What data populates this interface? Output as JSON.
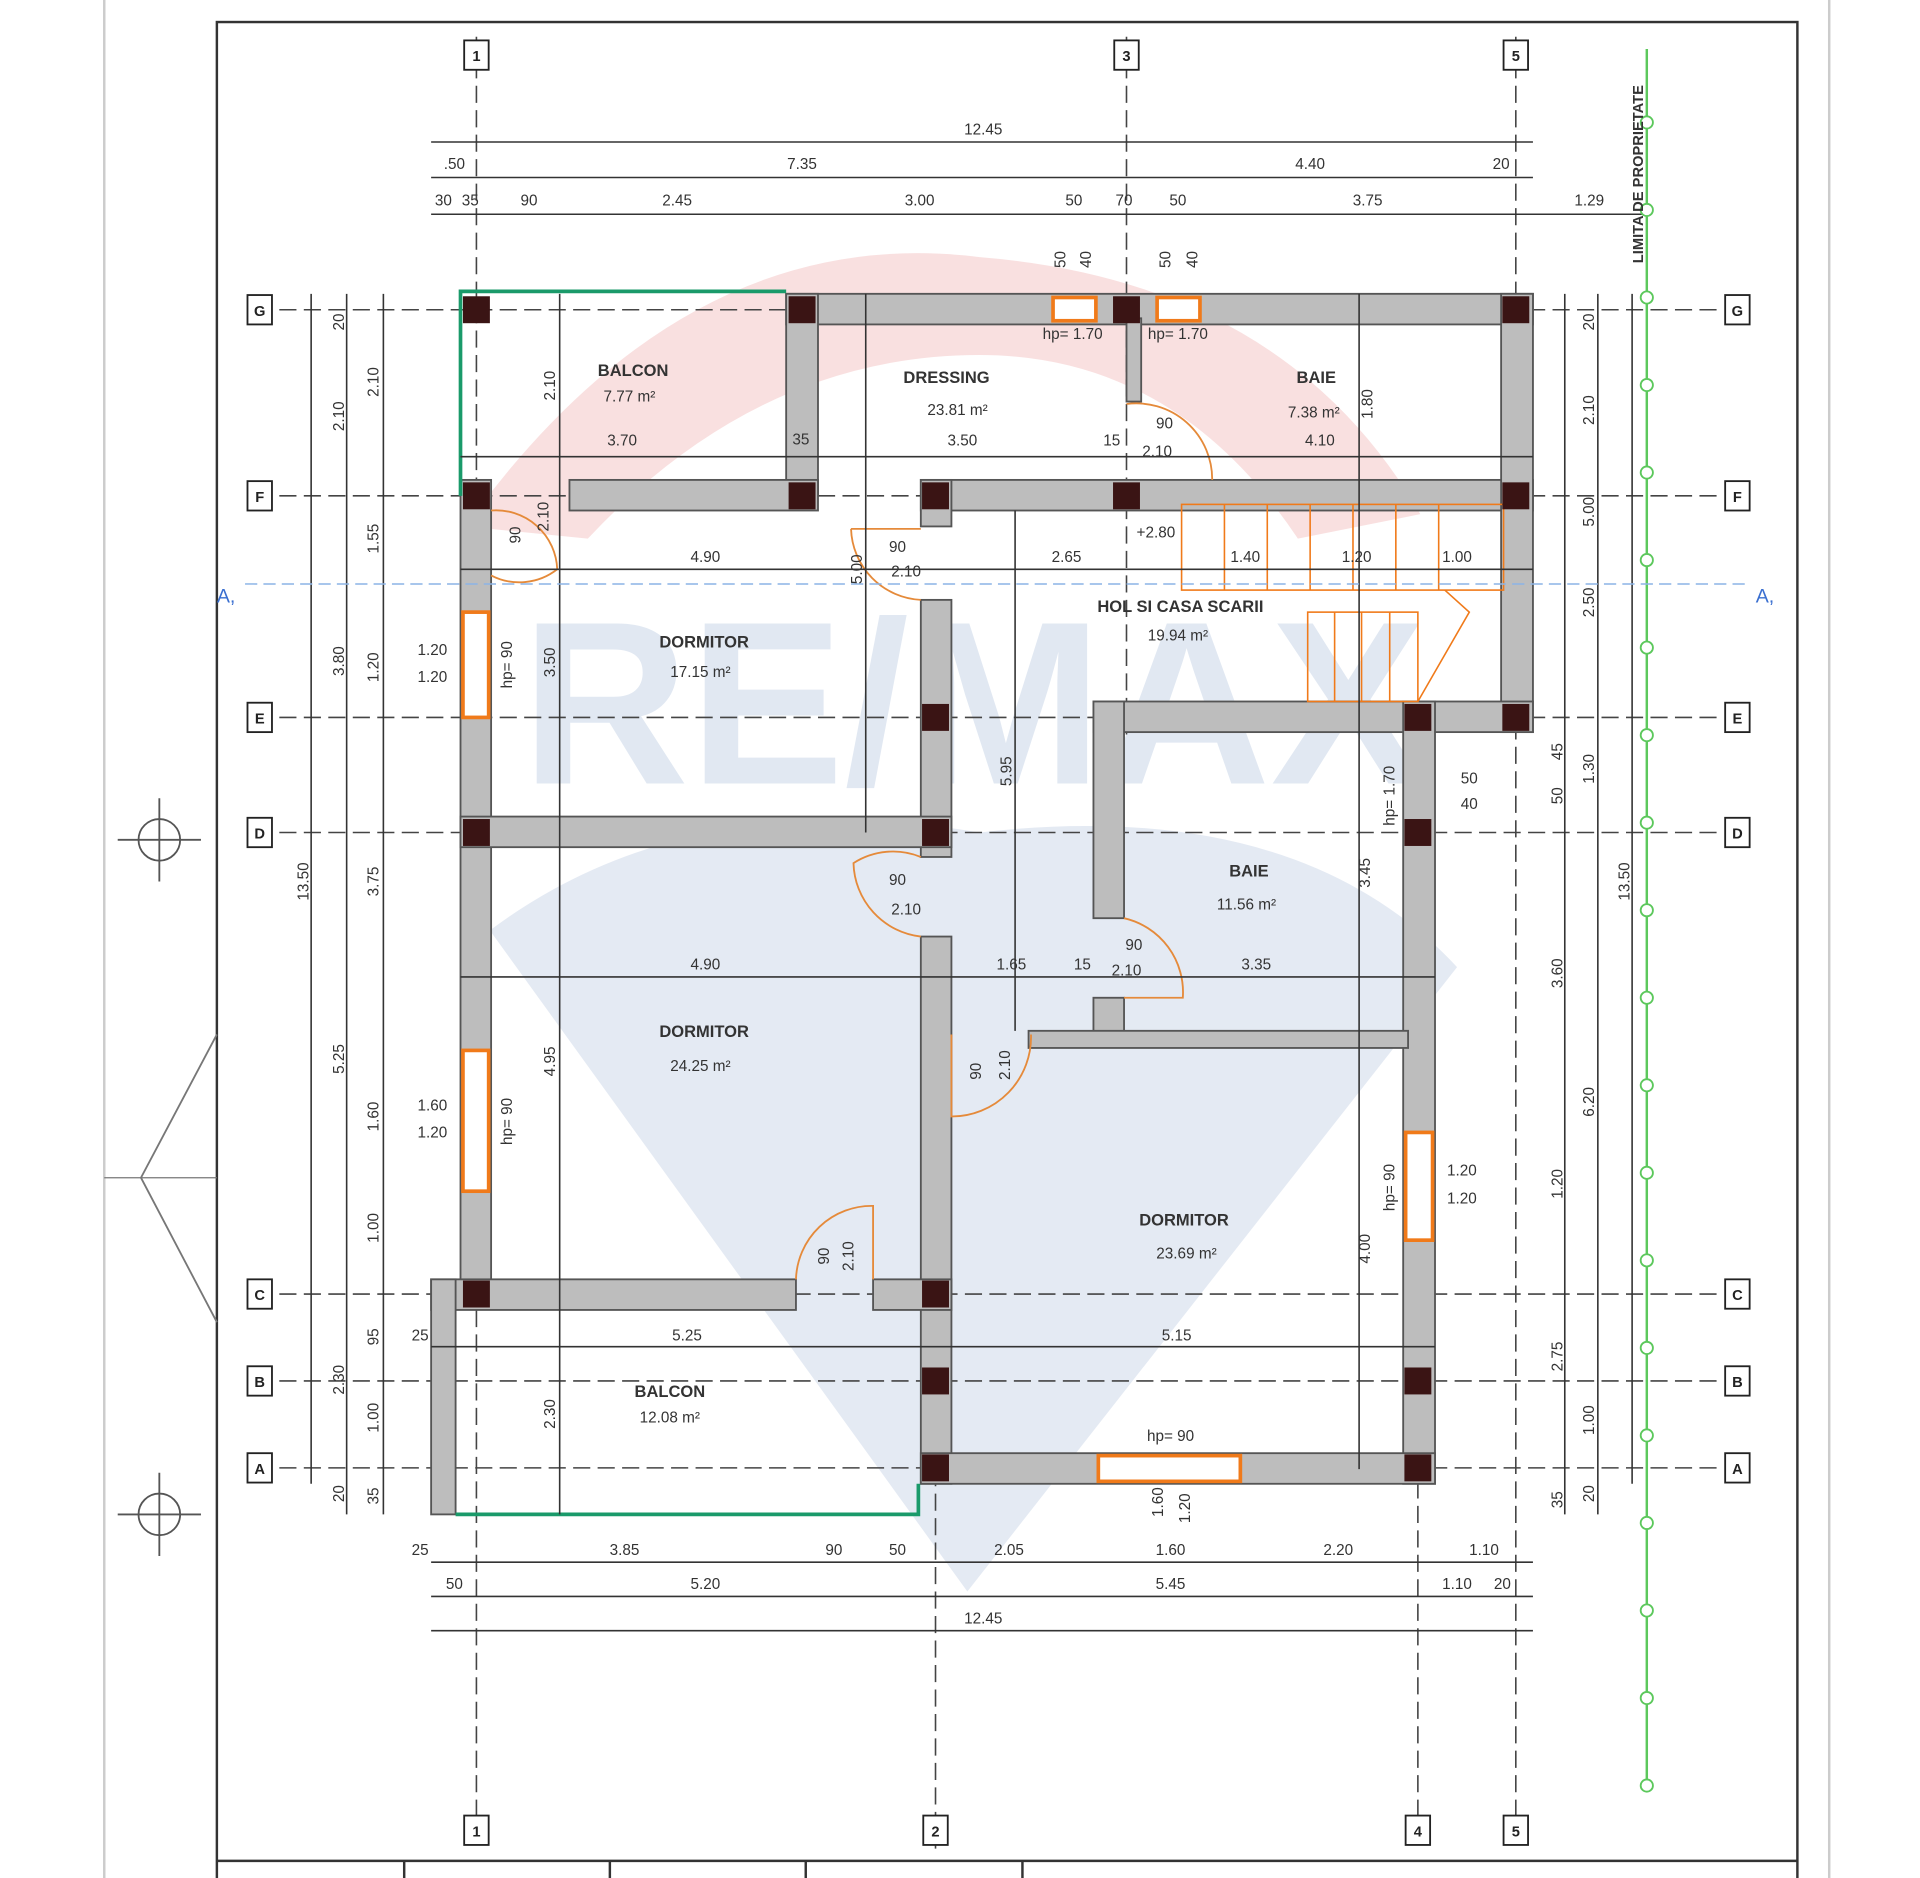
{
  "watermark": "RE/MAX",
  "property_line_label": "LIMITA DE PROPRIETATE",
  "section_marker": "A,",
  "grid": {
    "columns_top": [
      "1",
      "3",
      "5"
    ],
    "columns_bottom": [
      "1",
      "2",
      "4",
      "5"
    ],
    "rows": [
      "G",
      "F",
      "E",
      "D",
      "C",
      "B",
      "A"
    ]
  },
  "rooms": [
    {
      "name": "BALCON",
      "area": "7.77 m²"
    },
    {
      "name": "DRESSING",
      "area": "23.81 m²"
    },
    {
      "name": "BAIE",
      "area": "7.38 m²"
    },
    {
      "name": "HOL SI CASA SCARII",
      "area": "19.94 m²"
    },
    {
      "name": "DORMITOR",
      "area": "17.15 m²"
    },
    {
      "name": "BAIE",
      "area": "11.56 m²"
    },
    {
      "name": "DORMITOR",
      "area": "24.25 m²"
    },
    {
      "name": "DORMITOR",
      "area": "23.69 m²"
    },
    {
      "name": "BALCON",
      "area": "12.08 m²"
    }
  ],
  "dimensions": {
    "labels": [
      "12.45",
      ".50",
      "7.35",
      "4.40",
      "20",
      "30",
      "35",
      "90",
      "2.45",
      "3.00",
      "50",
      "70",
      "50",
      "3.75",
      "1.29",
      "25",
      "3.85",
      "90",
      "50",
      "2.05",
      "1.60",
      "2.20",
      "1.10",
      "50",
      "5.20",
      "5.45",
      "1.10",
      "20",
      "12.45",
      "3.70",
      "35",
      "3.50",
      "15",
      "90",
      "2.10",
      "4.10",
      "4.90",
      "90",
      "2.10",
      "2.65",
      "+2.80",
      "1.40",
      "1.20",
      "1.00",
      "hp= 1.70",
      "hp= 1.70",
      "1.20",
      "1.20",
      "90",
      "2.10",
      "4.90",
      "1.65",
      "15",
      "90",
      "2.10",
      "3.35",
      "1.60",
      "1.20",
      "1.20",
      "1.20",
      "5.25",
      "5.15",
      "25",
      "hp= 90",
      "50",
      "40"
    ],
    "rotated_labels": [
      "50",
      "40",
      "50",
      "40",
      "13.50",
      "20",
      "2.10",
      "3.80",
      "5.25",
      "2.30",
      "20",
      "2.10",
      "1.55",
      "1.20",
      "3.75",
      "1.60",
      "1.00",
      "95",
      "1.00",
      "35",
      "20",
      "2.10",
      "5.00",
      "2.50",
      "1.30",
      "13.50",
      "3.60",
      "6.20",
      "1.20",
      "2.75",
      "1.00",
      "20",
      "45",
      "50",
      "35",
      "2.10",
      "2.10",
      "90",
      "3.50",
      "hp= 90",
      "4.95",
      "hp= 90",
      "90",
      "2.10",
      "90",
      "2.10",
      "5.95",
      "5.00",
      "3.45",
      "4.00",
      "hp= 1.70",
      "2.30",
      "1.60",
      "1.20",
      "hp= 90",
      "1.80"
    ]
  }
}
